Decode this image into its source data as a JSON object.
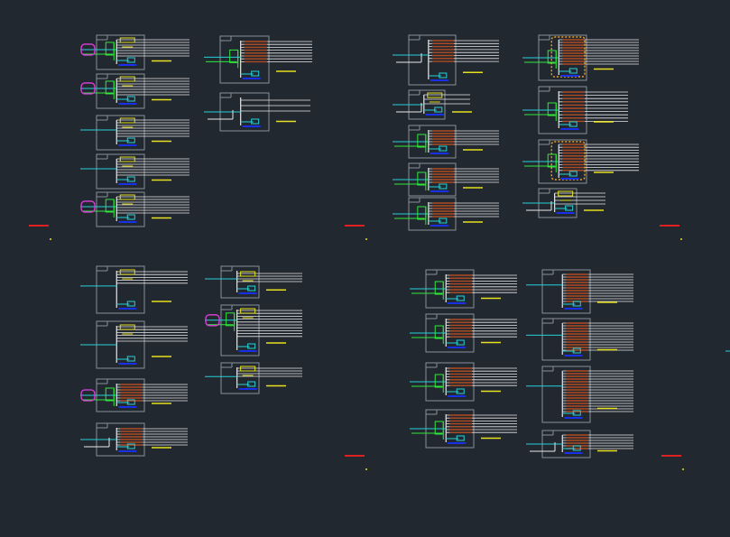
{
  "colors": {
    "background": "#222830",
    "frame": "#8a8f96",
    "wire": "#e8e8e8",
    "cyan": "#26d0d8",
    "green": "#2fe83a",
    "yellow": "#e6e01e",
    "blue": "#1830e8",
    "red": "#e02020",
    "brown": "#b04a20",
    "orange": "#f0a020",
    "magenta": "#e040e0"
  },
  "sheets": [
    {
      "id": "sheet-top-left"
    },
    {
      "id": "sheet-top-right"
    },
    {
      "id": "sheet-bottom-left"
    },
    {
      "id": "sheet-bottom-right"
    }
  ]
}
